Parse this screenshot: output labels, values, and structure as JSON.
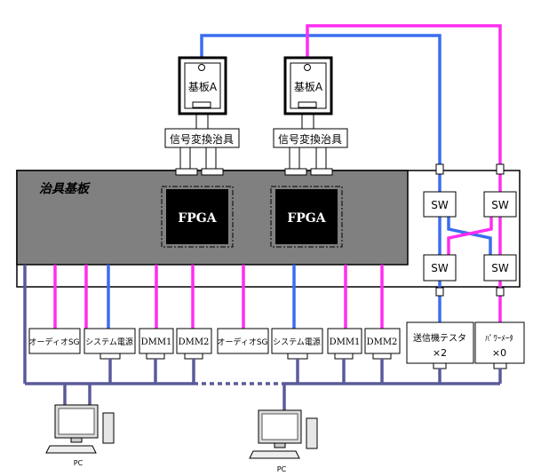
{
  "board": {
    "label": "治具基板"
  },
  "dut_boards": [
    {
      "label": "基板A"
    },
    {
      "label": "基板A"
    }
  ],
  "converters": [
    {
      "label": "信号変換治具"
    },
    {
      "label": "信号変換治具"
    }
  ],
  "fpgas": [
    {
      "label": "FPGA"
    },
    {
      "label": "FPGA"
    }
  ],
  "switches": [
    {
      "label": "SW"
    },
    {
      "label": "SW"
    },
    {
      "label": "SW"
    },
    {
      "label": "SW"
    }
  ],
  "instruments": [
    {
      "label": "オーディオSG"
    },
    {
      "label": "システム電源"
    },
    {
      "label": "DMM1"
    },
    {
      "label": "DMM2"
    },
    {
      "label": "オーディオSG"
    },
    {
      "label": "システム電源"
    },
    {
      "label": "DMM1"
    },
    {
      "label": "DMM2"
    }
  ],
  "testers": [
    {
      "line1": "送信機テスタ",
      "line2": "×2"
    },
    {
      "line1": "ﾊﾟﾜｰﾒｰﾀ",
      "line2": "×0"
    }
  ],
  "pcs": [
    {
      "label": "PC"
    },
    {
      "label": "PC"
    }
  ],
  "colors": {
    "blue": "#3a6df0",
    "magenta": "#ff2df0",
    "bus": "#5a5a9a",
    "board_gray": "#808080",
    "fpga_black": "#000000"
  }
}
